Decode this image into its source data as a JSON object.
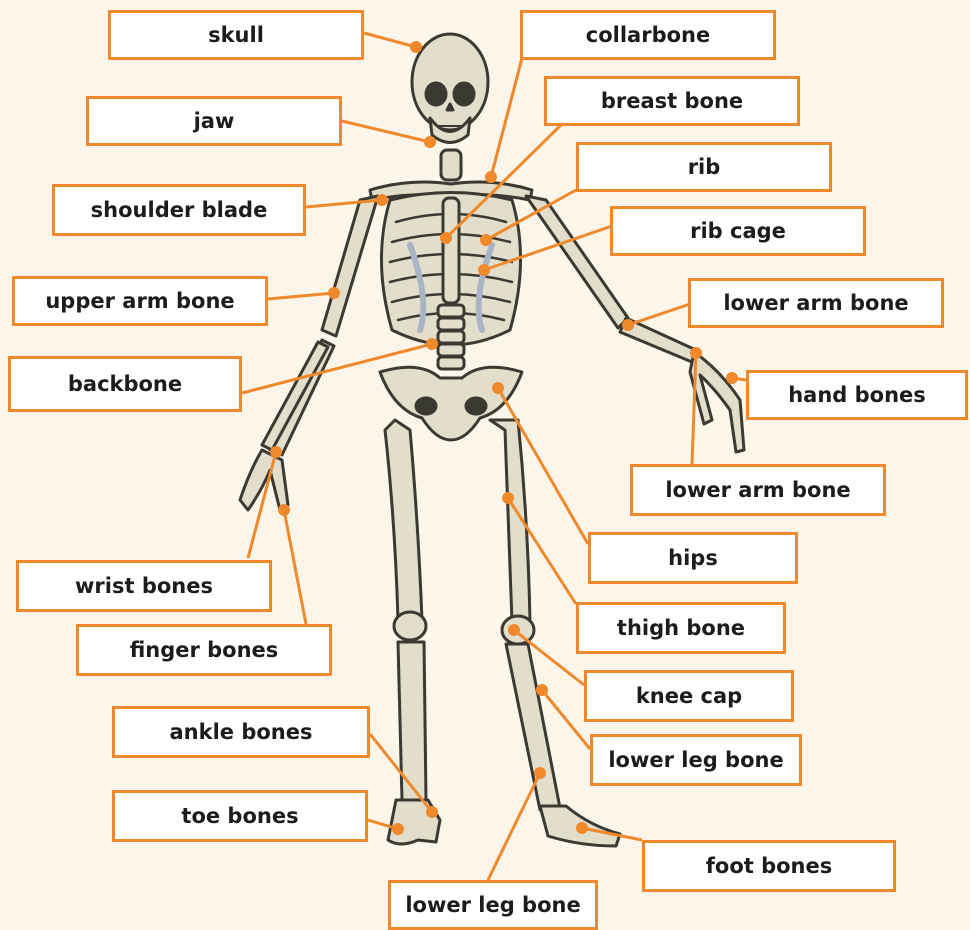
{
  "labels": {
    "skull": "skull",
    "jaw": "jaw",
    "shoulder_blade": "shoulder blade",
    "upper_arm_bone": "upper arm bone",
    "backbone": "backbone",
    "wrist_bones": "wrist bones",
    "finger_bones": "finger bones",
    "ankle_bones": "ankle bones",
    "toe_bones": "toe bones",
    "collarbone": "collarbone",
    "breast_bone": "breast bone",
    "rib": "rib",
    "rib_cage": "rib cage",
    "lower_arm_bone_right": "lower arm bone",
    "hand_bones": "hand bones",
    "lower_arm_bone_lower": "lower arm bone",
    "hips": "hips",
    "thigh_bone": "thigh bone",
    "knee_cap": "knee cap",
    "lower_leg_bone_right": "lower leg bone",
    "foot_bones": "foot bones",
    "lower_leg_bone_bottom": "lower leg bone"
  },
  "colors": {
    "accent": "#f0892b",
    "bone": "#e3decb",
    "bone_outline": "#3a3a32",
    "rib_shadow": "#a9b4c6",
    "background": "#fbf5ea"
  }
}
